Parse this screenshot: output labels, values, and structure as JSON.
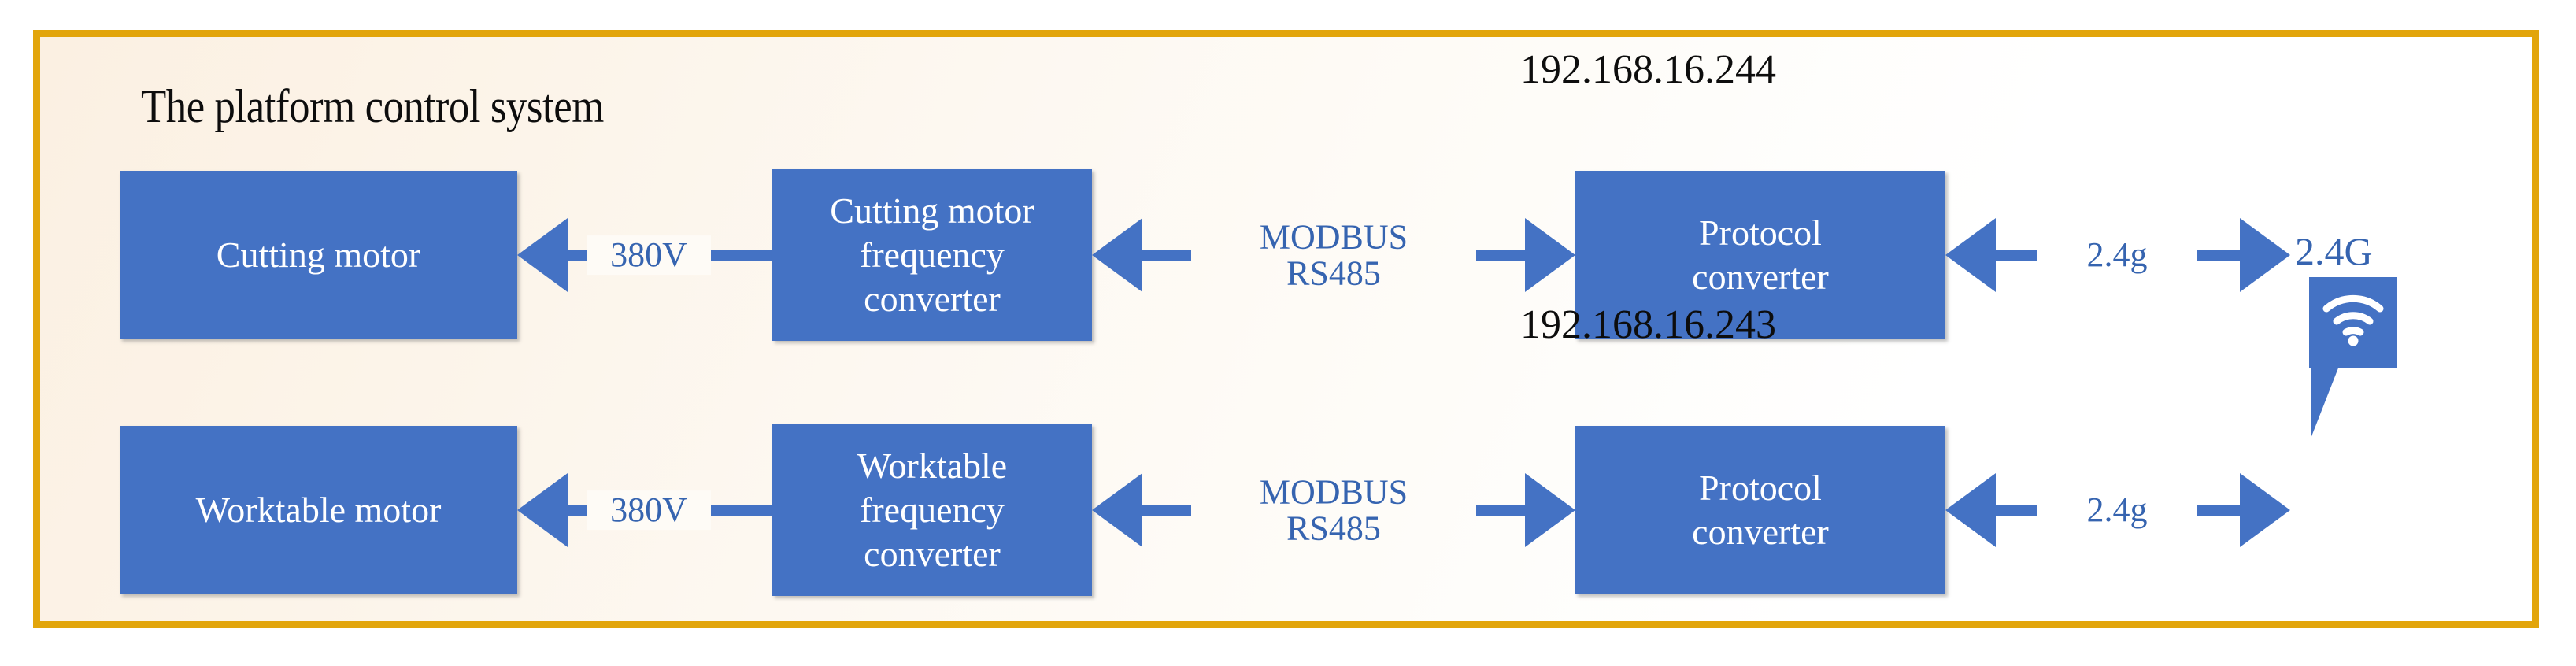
{
  "diagram": {
    "title": "The platform control system",
    "frame_color": "#E2A50B",
    "box_color": "#4472C4",
    "label_color": "#3664B0",
    "rows": [
      {
        "id": "cutting",
        "motor_label": "Cutting motor",
        "power_label": "380V",
        "converter_label": "Cutting motor\nfrequency\nconverter",
        "bus_label": "MODBUS\nRS485",
        "protocol_label": "Protocol\nconverter",
        "ip_address": "192.168.16.244",
        "wireless_label": "2.4g"
      },
      {
        "id": "worktable",
        "motor_label": "Worktable motor",
        "power_label": "380V",
        "converter_label": "Worktable\nfrequency\nconverter",
        "bus_label": "MODBUS\nRS485",
        "protocol_label": "Protocol\nconverter",
        "ip_address": "192.168.16.243",
        "wireless_label": "2.4g"
      }
    ],
    "wifi": {
      "label": "2.4G",
      "icon": "wifi-icon"
    }
  }
}
